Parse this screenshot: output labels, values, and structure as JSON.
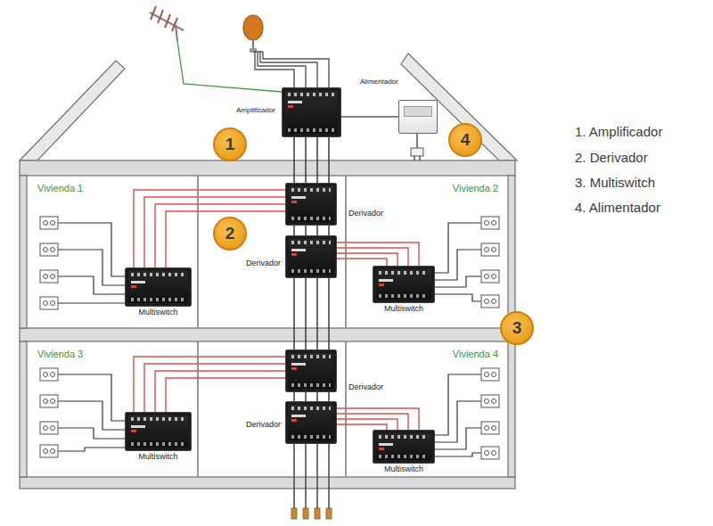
{
  "diagram": {
    "nodes": [
      {
        "text": [
          "Amplificador"
        ]
      },
      {
        "text": [
          "Alimentador"
        ]
      },
      {
        "text": [
          "Vivienda 1"
        ]
      },
      {
        "text": [
          "Multiswitch"
        ],
        "in": 2
      },
      {
        "text": [
          "Derivador"
        ]
      },
      {
        "text": [
          "Derivador"
        ]
      },
      {
        "text": [
          "Vivienda 2"
        ]
      },
      {
        "text": [
          "Multiswitch"
        ],
        "in": 6
      },
      {
        "text": [
          "Vivienda 3"
        ]
      },
      {
        "text": [
          "Multiswitch"
        ],
        "in": 8
      },
      {
        "text": [
          "Derivador"
        ]
      },
      {
        "text": [
          "Derivador"
        ]
      },
      {
        "text": [
          "Vivienda 4"
        ]
      },
      {
        "text": [
          "Multiswitch"
        ],
        "in": 12
      }
    ],
    "edges": [
      {
        "from": 1,
        "to": 0,
        "arrow": "none"
      },
      {
        "from": 0,
        "to": 4,
        "arrow": "none"
      },
      {
        "from": 4,
        "to": 5,
        "arrow": "none"
      },
      {
        "from": 5,
        "to": 10,
        "arrow": "none"
      },
      {
        "from": 10,
        "to": 11,
        "arrow": "none"
      },
      {
        "from": 4,
        "to": 3,
        "arrow": "none"
      },
      {
        "from": 5,
        "to": 7,
        "arrow": "none"
      },
      {
        "from": 10,
        "to": 9,
        "arrow": "none"
      },
      {
        "from": 11,
        "to": 13,
        "arrow": "none"
      }
    ],
    "labels": [
      "1",
      "2",
      "3",
      "4",
      "1. Amplificador",
      "2. Derivador",
      "3. Multiswitch",
      "4. Alimentador"
    ]
  }
}
